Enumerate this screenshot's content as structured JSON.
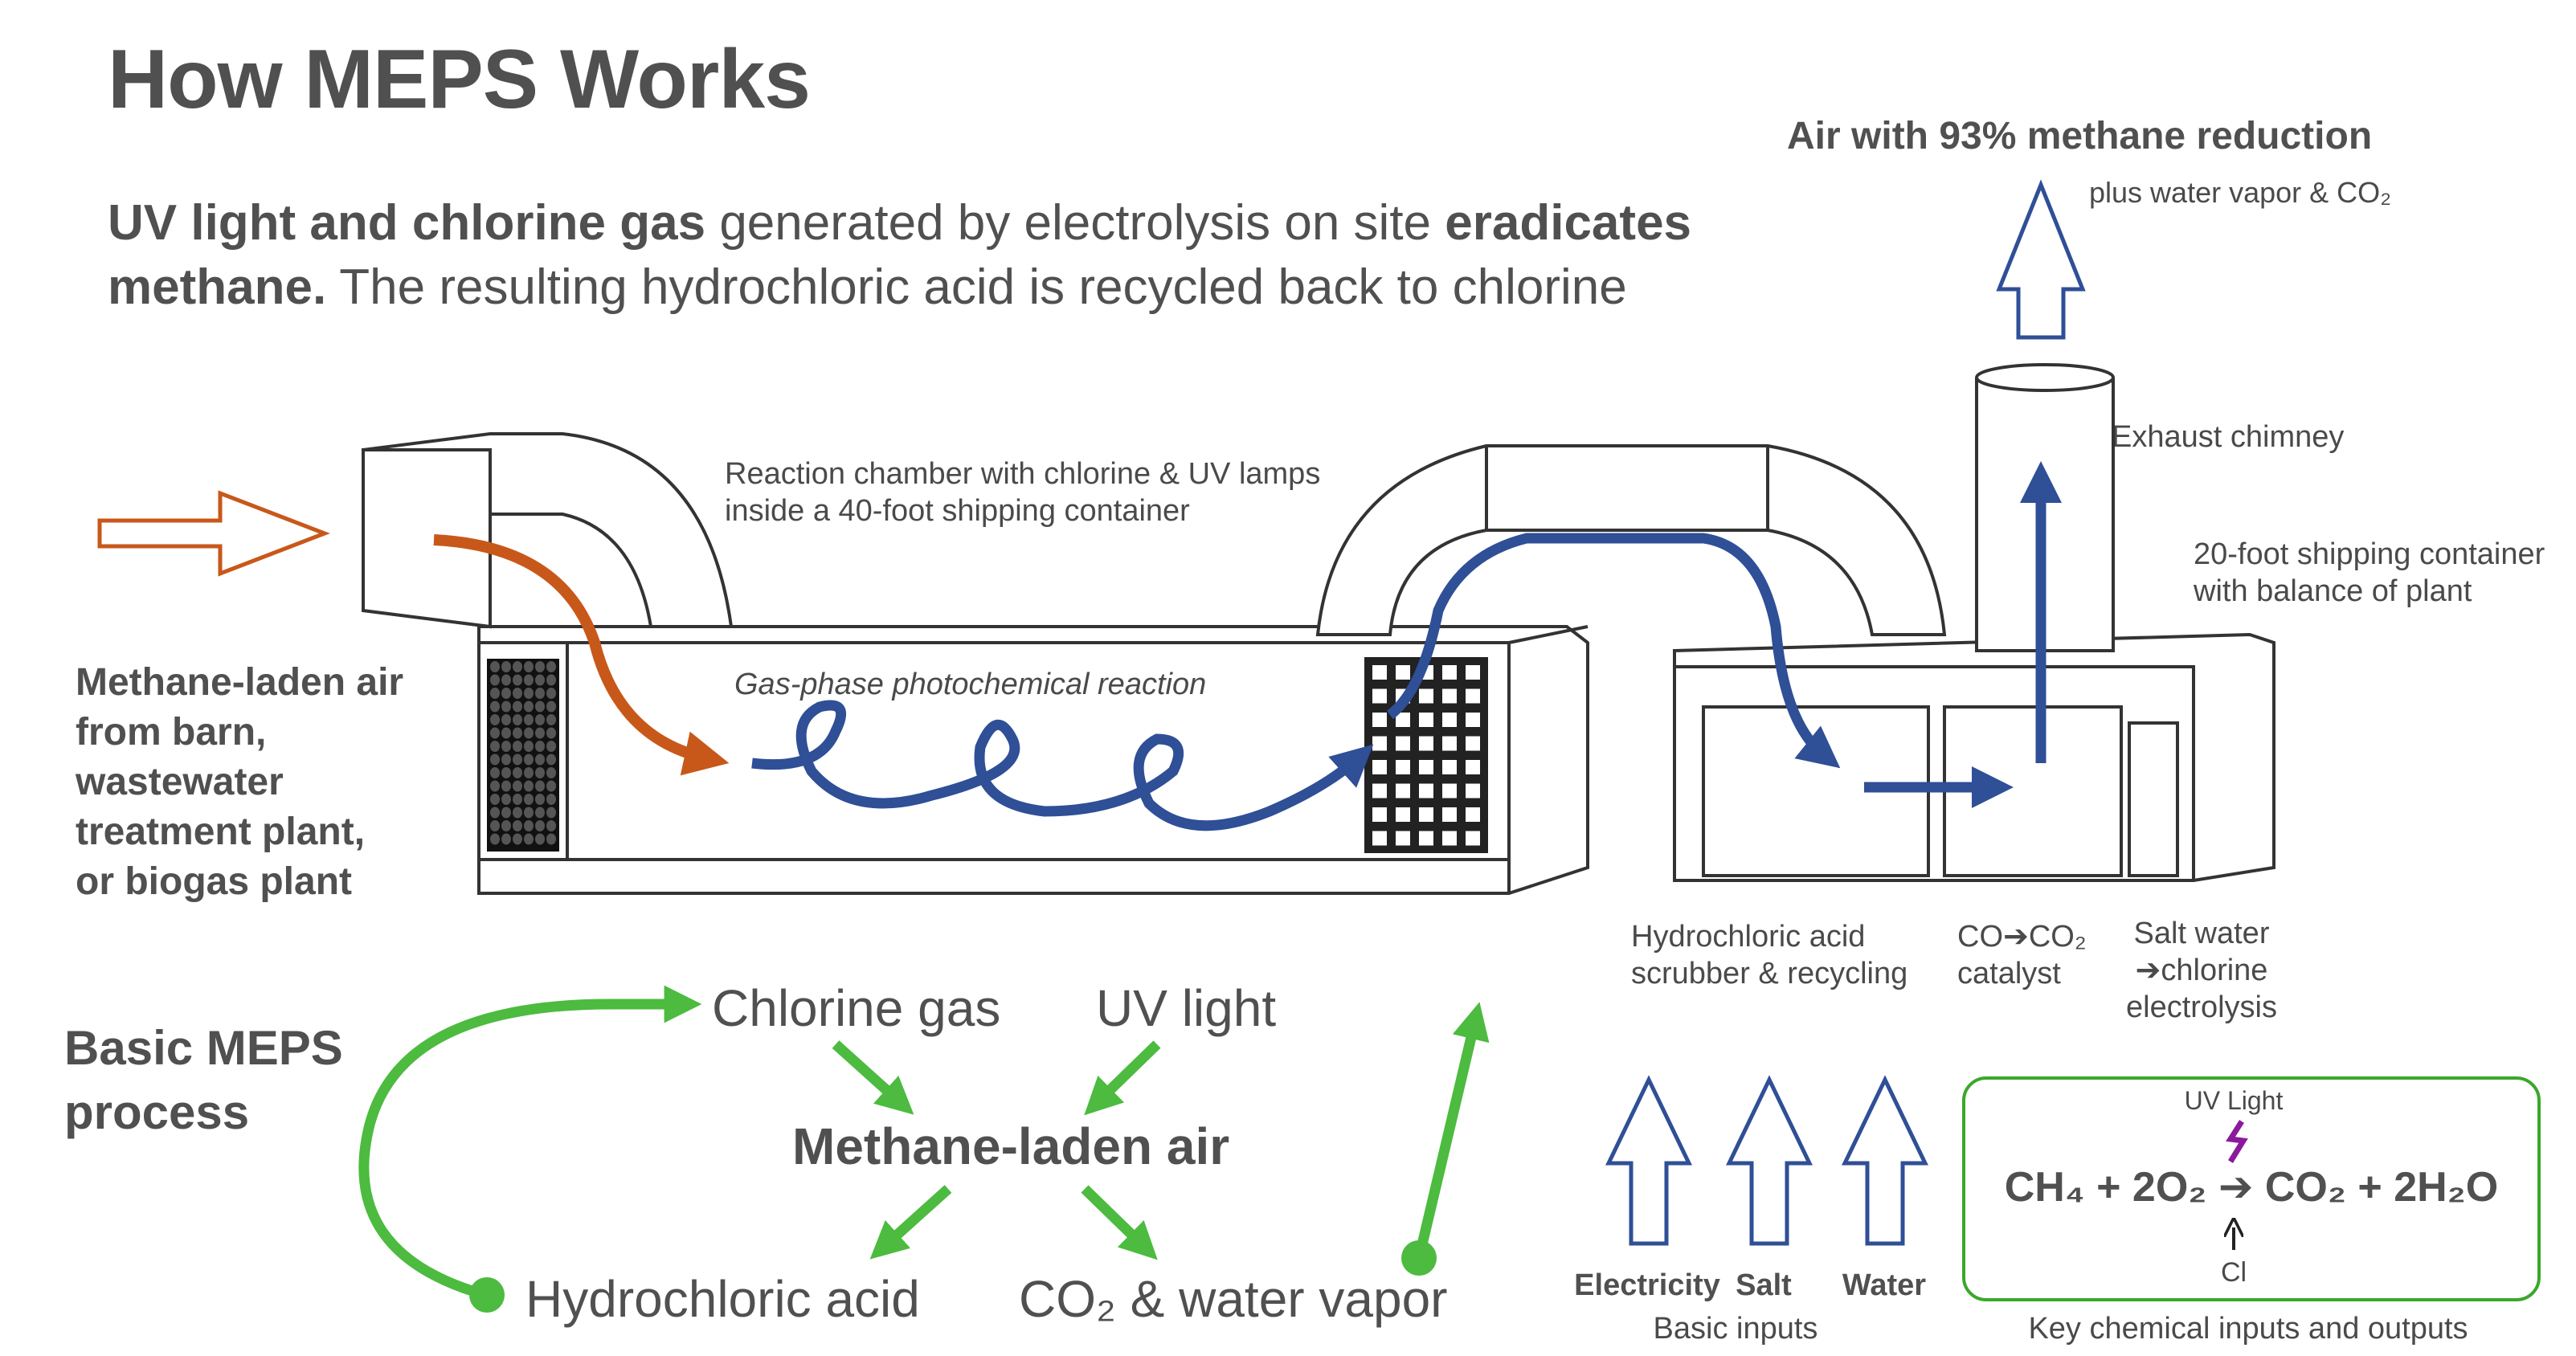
{
  "title": "How MEPS Works",
  "subtitle": {
    "bold1": "UV light and chlorine gas",
    "text1": " generated by electrolysis on site ",
    "bold2": "eradicates methane.",
    "text2": " The resulting hydrochloric acid is recycled back to chlorine"
  },
  "labels": {
    "output_air": "Air with 93% methane reduction",
    "output_air_sub": "plus water vapor & CO₂",
    "reaction_chamber_1": "Reaction chamber with chlorine & UV lamps",
    "reaction_chamber_2": "inside a 40-foot shipping container",
    "exhaust_chimney": "Exhaust chimney",
    "container20_1": "20-foot shipping container",
    "container20_2": "with balance of plant",
    "gas_phase": "Gas-phase photochemical reaction",
    "inlet_1": "Methane-laden air",
    "inlet_2": "from barn,",
    "inlet_3": "wastewater",
    "inlet_4": "treatment plant,",
    "inlet_5": "or biogas plant",
    "hcl_scrubber_1": "Hydrochloric acid",
    "hcl_scrubber_2": "scrubber & recycling",
    "catalyst_1": "CO➔CO₂",
    "catalyst_2": "catalyst",
    "saltwater_1": "Salt water",
    "saltwater_2": "➔chlorine",
    "saltwater_3": "electrolysis"
  },
  "process": {
    "heading_1": "Basic MEPS",
    "heading_2": "process",
    "chlorine_gas": "Chlorine gas",
    "uv_light": "UV light",
    "methane_air": "Methane-laden air",
    "hcl": "Hydrochloric acid",
    "co2_water": "CO₂ & water vapor"
  },
  "inputs": {
    "electricity": "Electricity",
    "salt": "Salt",
    "water": "Water",
    "caption": "Basic inputs"
  },
  "equation": {
    "uv_label": "UV Light",
    "formula": "CH₄ + 2O₂ ➔ CO₂ + 2H₂O",
    "catalyst_label": "Cl",
    "caption": "Key chemical inputs and outputs"
  },
  "colors": {
    "orange": "#c8581a",
    "blue": "#2f4f96",
    "green": "#4cbb3f",
    "purple": "#8a1a9b",
    "text": "#4a4a4a"
  }
}
